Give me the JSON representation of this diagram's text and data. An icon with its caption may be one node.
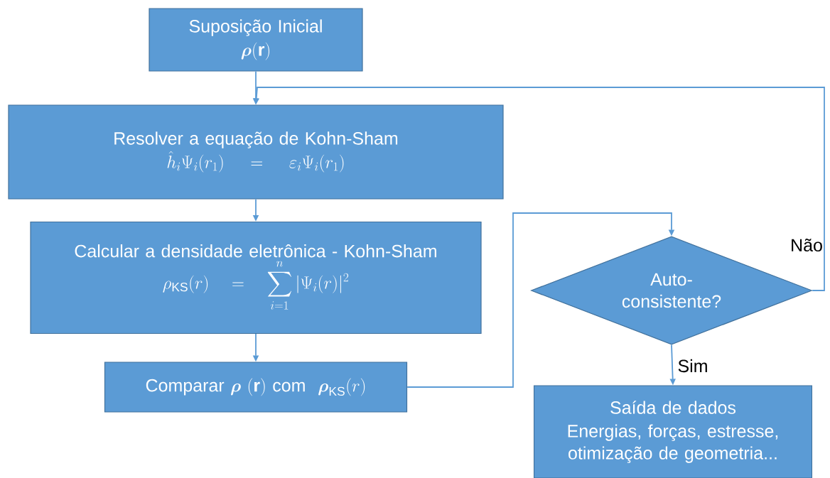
{
  "diagram": {
    "nodes": [
      {
        "text": [
          "Suposição Inicial",
          "\\boldsymbol{\\rho}(\\mathbf{r})"
        ]
      },
      {
        "text": [
          "Resolver a equação de Kohn-Sham",
          "\\hat{h}_i\\Psi_i(r_1)=\\varepsilon_i\\Psi_i(r_1)"
        ]
      },
      {
        "text": [
          "Calcular a densidade eletrônica - Kohn-Sham",
          "\\rho_{\\mathrm{KS}}(r)=\\sum_{i=1}^{n}|\\Psi_i(r)|^2"
        ]
      },
      {
        "text": [
          "\\text{Comparar }\\boldsymbol{\\rho}\\ (\\mathbf{r})\\text{ com }\\ \\boldsymbol{\\rho}_{\\mathrm{KS}}(r)"
        ]
      },
      {
        "text": [
          "Auto- consistente?"
        ]
      },
      {
        "text": [
          "Saída de dados",
          "Energias, forças, estresse, otimização de geometria..."
        ]
      }
    ],
    "edges": [
      {
        "from": 0,
        "to": 1,
        "arrow": "to"
      },
      {
        "from": 1,
        "to": 2,
        "arrow": "to"
      },
      {
        "from": 2,
        "to": 3,
        "arrow": "to"
      },
      {
        "from": 3,
        "to": 4,
        "arrow": "to"
      },
      {
        "from": 4,
        "to": 5,
        "arrow": "to",
        "label": "Sim"
      },
      {
        "from": 4,
        "to": 1,
        "arrow": "to",
        "label": "Não"
      }
    ]
  }
}
